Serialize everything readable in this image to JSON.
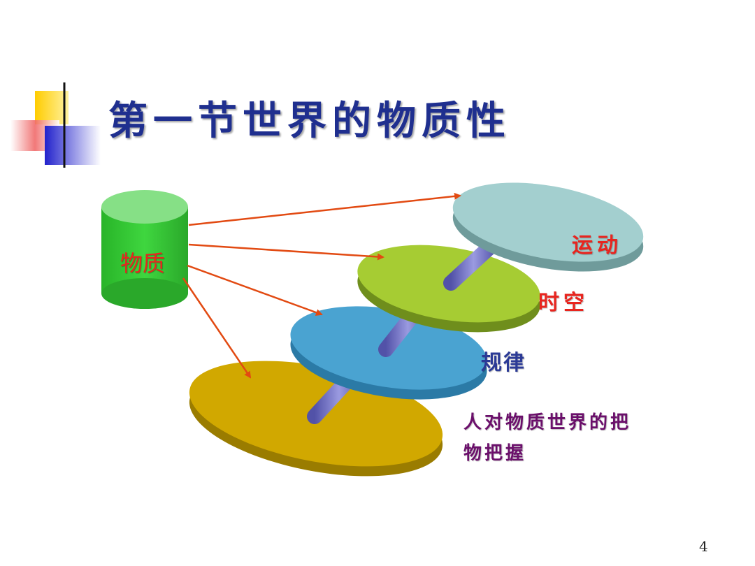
{
  "title": "第一节世界的物质性",
  "source_node": {
    "label": "物质"
  },
  "layers": [
    {
      "label": "运动",
      "color": "#a3cfcf",
      "text_color": "#e8251f"
    },
    {
      "label": "时空",
      "color": "#a6cc33",
      "text_color": "#e8251f"
    },
    {
      "label": "规律",
      "color": "#4aa3d1",
      "text_color": "#2b3a96"
    },
    {
      "label": "人对物质世界的把",
      "label_line2": "物把握",
      "color": "#d1a800",
      "text_color": "#6b0f6b"
    }
  ],
  "page_number": "4",
  "colors": {
    "title": "#1f2f8f",
    "arrow": "#e24a12",
    "cylinder": "#33c633",
    "cylinder_top": "#86e086",
    "axis": "#6b6bc2"
  }
}
